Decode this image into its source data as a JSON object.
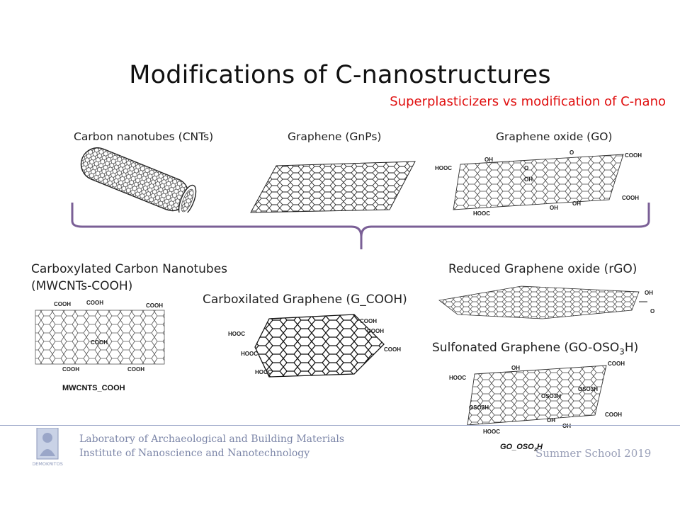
{
  "slide": {
    "title": "Modifications of C-nanostructures",
    "subtitle": "Superplasticizers vs modification of C-nano"
  },
  "top_row": {
    "cnt_label": "Carbon nanotubes (CNTs)",
    "gnp_label": "Graphene (GnPs)",
    "go_label": "Graphene oxide (GO)"
  },
  "bottom_row": {
    "mwcnt_label_line1": "Carboxylated Carbon Nanotubes",
    "mwcnt_label_line2": "(MWCNTs-COOH)",
    "mwcnt_caption": "MWCNTS_COOH",
    "gcooh_label": "Carboxilated Graphene (G_COOH)",
    "rgo_label": "Reduced Graphene oxide (rGO)",
    "sgo_label_prefix": "Sulfonated Graphene (GO-OSO",
    "sgo_label_sub": "3",
    "sgo_label_suffix": "H)",
    "sgo_caption_prefix": "GO_OSO",
    "sgo_caption_sub": "3",
    "sgo_caption_suffix": "H"
  },
  "molecule_labels": {
    "cooh": "COOH",
    "hooc": "HOOC",
    "oh": "OH",
    "o": "O",
    "oso3h": "OSO3H"
  },
  "footer": {
    "lab_line1": "Laboratory of Archaeological and Building Materials",
    "lab_line2": "Institute of Nanoscience and Nanotechnology",
    "logo_caption": "DEMOKRITOS",
    "school": "Summer School 2019"
  },
  "colors": {
    "bracket": "#7a5f96",
    "subtitle": "#e01010",
    "footer_text": "#7c86a8",
    "footer_line": "#9aa6c8"
  }
}
